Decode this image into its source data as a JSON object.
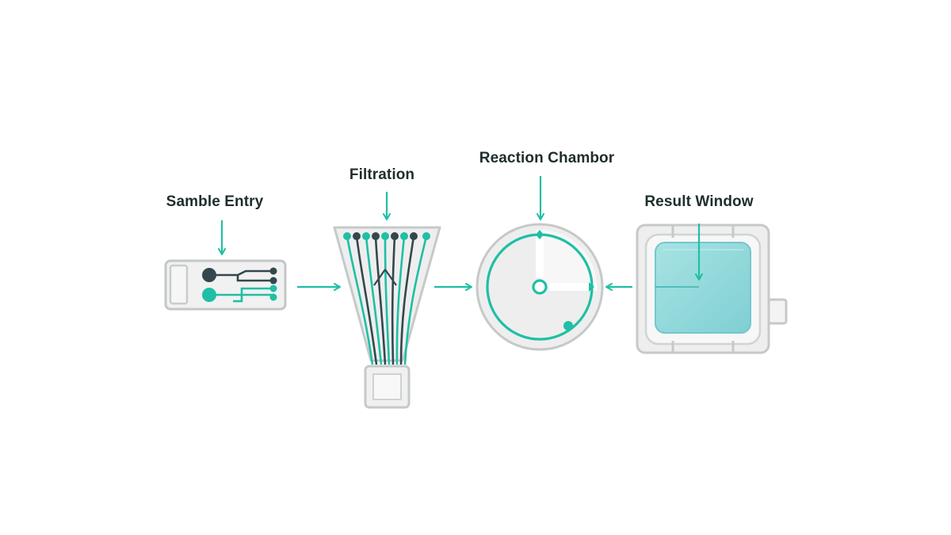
{
  "stages": [
    {
      "id": "sample-entry",
      "label": "Samble Entry"
    },
    {
      "id": "filtration",
      "label": "Filtration"
    },
    {
      "id": "reaction-chamber",
      "label": "Reaction Chambor"
    },
    {
      "id": "result-window",
      "label": "Result Window"
    }
  ],
  "colors": {
    "teal": "#1fbfa5",
    "dark": "#34474d",
    "outline": "#c9cccc",
    "fill": "#eeeeee",
    "window": "#8fd8d8",
    "text": "#1f2d2d"
  }
}
